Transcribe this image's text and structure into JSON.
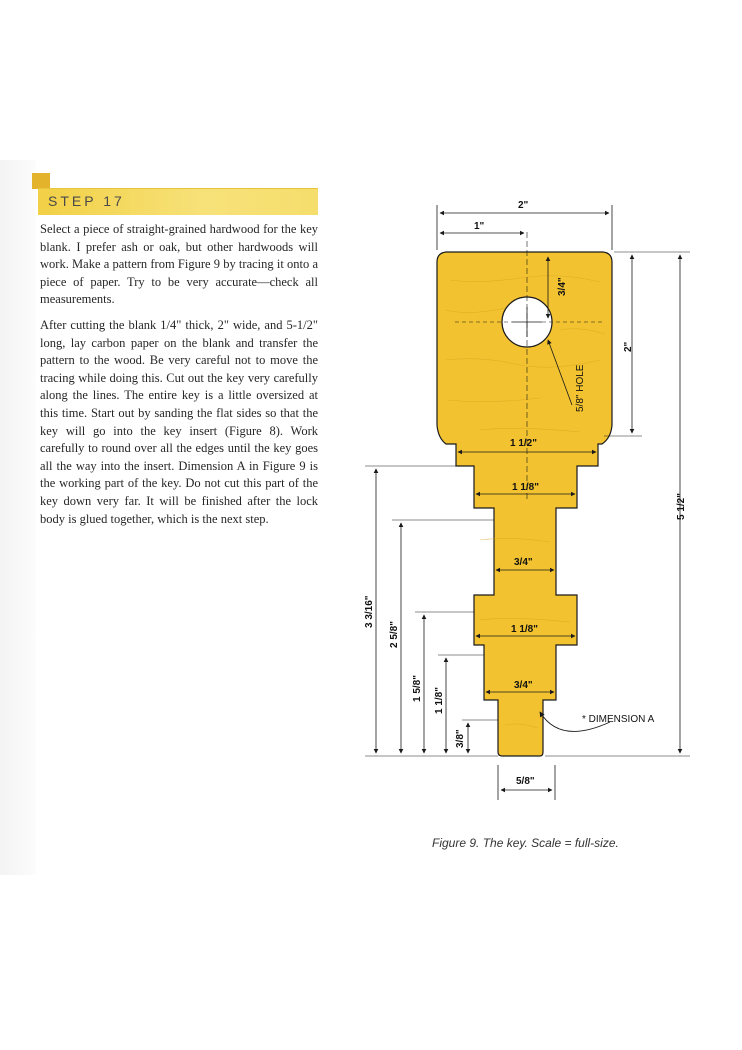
{
  "step": {
    "label": "STEP 17"
  },
  "paragraphs": [
    "Select a piece of straight-grained hardwood for the key blank. I prefer ash or oak, but other hardwoods will work. Make a pattern from Figure 9 by tracing it onto a piece of paper. Try to be very accurate—check all measurements.",
    "After cutting the blank 1/4\" thick, 2\" wide, and 5-1/2\" long, lay carbon paper on the blank and transfer the pattern to the wood. Be very careful not to move the tracing while doing this. Cut out the key very carefully along the lines. The entire key is a little oversized at this time. Start out by sanding the flat sides so that the key will go into the key insert (Figure 8). Work carefully to round over all the edges until the key goes all the way into the insert. Dimension A in Figure 9 is the working part of the key. Do not cut this part of the key down very far. It will be finished after the lock body is glued together, which is the next step."
  ],
  "figure": {
    "caption": "Figure 9. The key. Scale = full-size.",
    "colors": {
      "wood": "#f2c230",
      "wood_grain": "#d9a621",
      "line": "#1a1a1a"
    },
    "labels": {
      "width_top": "2\"",
      "center_offset": "1\"",
      "hole_offset": "3/4\"",
      "hole": "5/8\" HOLE",
      "head_height": "2\"",
      "total_length": "5 1/2\"",
      "w1": "1 1/2\"",
      "w2": "1 1/8\"",
      "w3": "3/4\"",
      "w4": "1 1/8\"",
      "w5": "3/4\"",
      "tip_width": "5/8\"",
      "h1": "3 3/16\"",
      "h2": "2 5/8\"",
      "h3": "1 5/8\"",
      "h4": "1 1/8\"",
      "h5": "3/8\"",
      "dimension_a": "* DIMENSION A"
    }
  }
}
